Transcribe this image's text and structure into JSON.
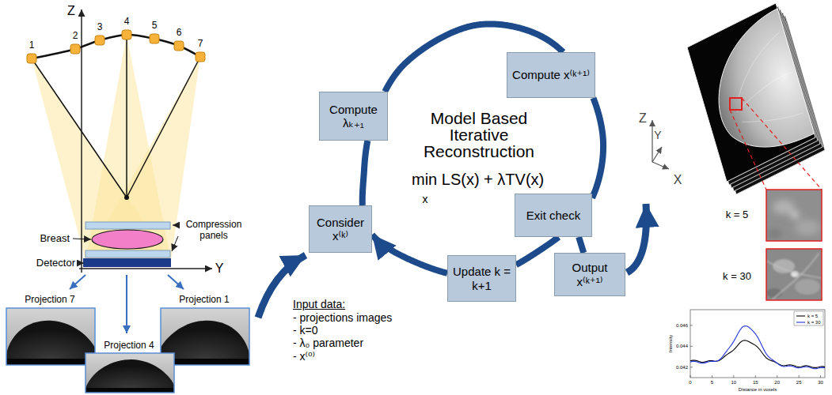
{
  "diagram": {
    "nodes": [
      {
        "text": [
          "Consider x⁽ᵏ⁾"
        ]
      },
      {
        "text": [
          "Compute λₖ₊₁"
        ]
      },
      {
        "text": [
          "Compute x⁽ᵏ⁺¹⁾"
        ]
      },
      {
        "text": [
          "Exit check"
        ]
      },
      {
        "text": [
          "Update k = k+1"
        ]
      },
      {
        "text": [
          "Output x⁽ᵏ⁺¹⁾"
        ]
      }
    ],
    "edges": [
      {
        "from": 0,
        "to": 1,
        "arrow": "none"
      },
      {
        "from": 1,
        "to": 2,
        "arrow": "none"
      },
      {
        "from": 2,
        "to": 3,
        "arrow": "none"
      },
      {
        "from": 3,
        "to": 4,
        "arrow": "none"
      },
      {
        "from": 4,
        "to": 0,
        "arrow": "to"
      },
      {
        "from": 3,
        "to": 5,
        "arrow": "none"
      }
    ],
    "labels": [
      "Z",
      "Y",
      "1",
      "2",
      "3",
      "4",
      "5",
      "6",
      "7",
      "Compression panels",
      "Breast",
      "Detector",
      "Projection 7",
      "Projection 4",
      "Projection 1",
      "Model Based Iterative Reconstruction",
      "min LS(x) + λTV(x)",
      "x",
      "Input data:",
      "- projections images",
      "- k=0",
      "- λ₀ parameter",
      "- x⁽⁰⁾",
      "Z",
      "Y",
      "X",
      "k = 5",
      "k = 30",
      "0.046",
      "0.044",
      "0.042",
      "0",
      "5",
      "10",
      "15",
      "20",
      "25",
      "30",
      "Intensity",
      "Distance in voxels"
    ],
    "legend": [
      {
        "text": "k = 5"
      },
      {
        "text": "k = 30"
      }
    ]
  }
}
